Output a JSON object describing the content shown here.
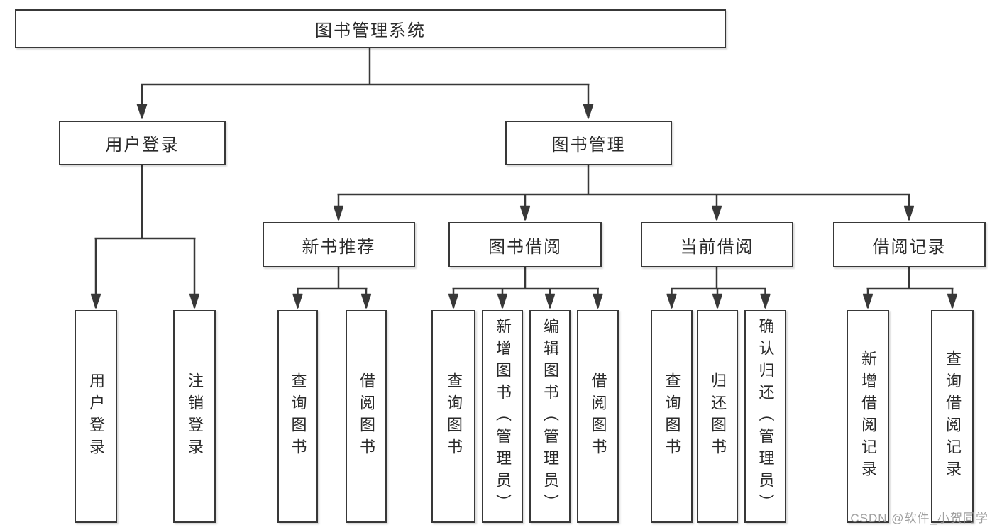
{
  "title": "图书管理系统",
  "level2": [
    {
      "label": "用户登录"
    },
    {
      "label": "图书管理"
    }
  ],
  "level3": [
    {
      "label": "新书推荐"
    },
    {
      "label": "图书借阅"
    },
    {
      "label": "当前借阅"
    },
    {
      "label": "借阅记录"
    }
  ],
  "leaves": {
    "user_login": [
      "用户登录",
      "注销登录"
    ],
    "new_book": [
      "查询图书",
      "借阅图书"
    ],
    "book_borrow": [
      "查询图书",
      "新增图书（管理员）",
      "编辑图书（管理员）",
      "借阅图书"
    ],
    "current_borrow": [
      "查询图书",
      "归还图书",
      "确认归还（管理员）"
    ],
    "records": [
      "新增借阅记录",
      "查询借阅记录"
    ]
  },
  "watermark": "CSDN @软件_小贺同学",
  "colors": {
    "line": "#383838",
    "text": "#2a2a2a",
    "watermark": "#a3a3a3",
    "background": "#ffffff"
  }
}
